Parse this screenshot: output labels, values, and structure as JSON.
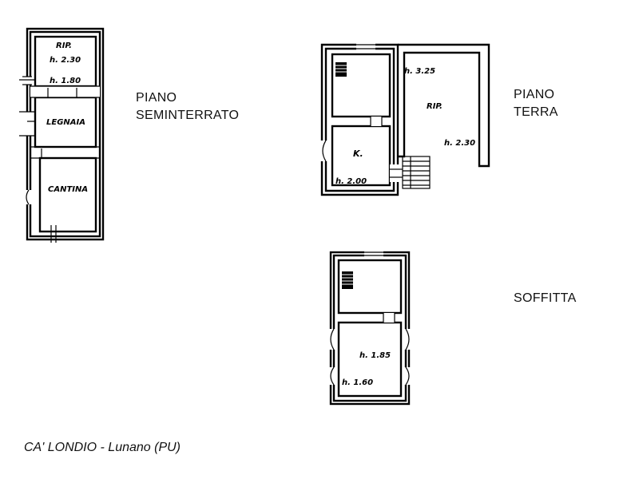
{
  "labels": {
    "piano_seminterrato": [
      "PIANO",
      "SEMINTERRATO"
    ],
    "piano_terra": [
      "PIANO",
      "TERRA"
    ],
    "soffitta": "SOFFITTA"
  },
  "caption": "CA' LONDIO - Lunano (PU)",
  "rooms": {
    "seminterrato": {
      "rip": "RIP.",
      "rip_height": "h. 2.30",
      "legnaia_height": "h. 1.80",
      "legnaia": "LEGNAIA",
      "cantina": "CANTINA"
    },
    "terra": {
      "top_height": "h. 3.25",
      "rip": "RIP.",
      "rip_height": "h. 2.30",
      "kitchen": "K.",
      "kitchen_height": "h. 2.00"
    },
    "soffitta": {
      "height_upper": "h. 1.85",
      "height_lower": "h. 1.60"
    }
  }
}
